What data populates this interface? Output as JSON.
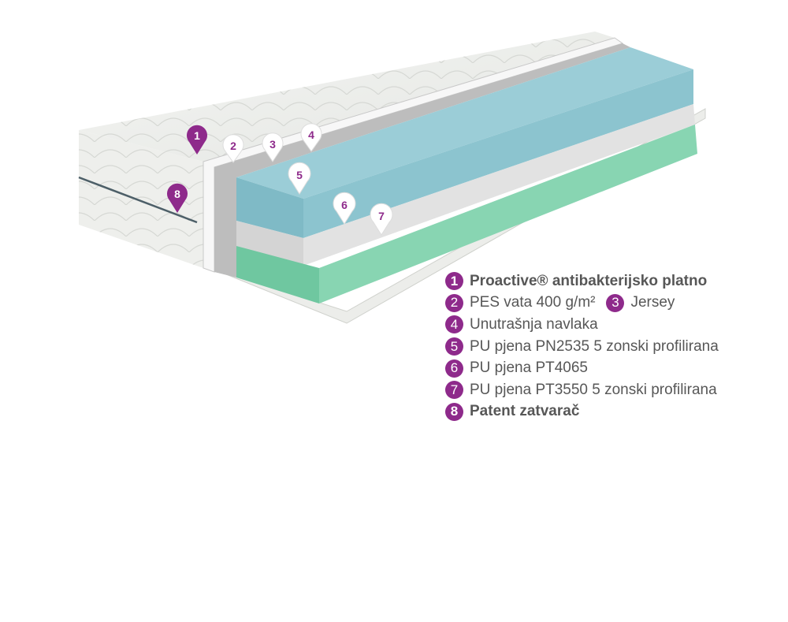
{
  "colors": {
    "accent": "#8e2a8b",
    "text": "#575757",
    "foam_top": "#8cc4cf",
    "foam_mid": "#d8d8d8",
    "foam_bottom": "#7fd0ad"
  },
  "pins": [
    "1",
    "2",
    "3",
    "4",
    "5",
    "6",
    "7",
    "8"
  ],
  "legend": [
    {
      "num": "1",
      "label": "Proactive® antibakterijsko platno"
    },
    {
      "num": "2",
      "label": "PES vata 400 g/m²"
    },
    {
      "num": "3",
      "label": "Jersey"
    },
    {
      "num": "4",
      "label": "Unutrašnja navlaka"
    },
    {
      "num": "5",
      "label": "PU pjena PN2535 5 zonski profilirana"
    },
    {
      "num": "6",
      "label": "PU pjena PT4065"
    },
    {
      "num": "7",
      "label": "PU pjena PT3550 5 zonski profilirana"
    },
    {
      "num": "8",
      "label": "Patent zatvarač"
    }
  ]
}
